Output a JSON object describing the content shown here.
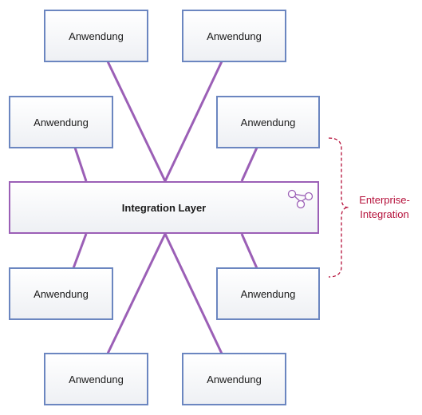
{
  "applications": [
    {
      "label": "Anwendung"
    },
    {
      "label": "Anwendung"
    },
    {
      "label": "Anwendung"
    },
    {
      "label": "Anwendung"
    },
    {
      "label": "Anwendung"
    },
    {
      "label": "Anwendung"
    },
    {
      "label": "Anwendung"
    },
    {
      "label": "Anwendung"
    }
  ],
  "layer": {
    "label": "Integration Layer",
    "icon": "network-nodes-icon"
  },
  "bracket": {
    "label_line1": "Enterprise-",
    "label_line2": "Integration"
  },
  "colors": {
    "app_border": "#6b86c0",
    "layer_border": "#9b5fb6",
    "connector": "#9b5fb6",
    "bracket": "#b5103a"
  }
}
